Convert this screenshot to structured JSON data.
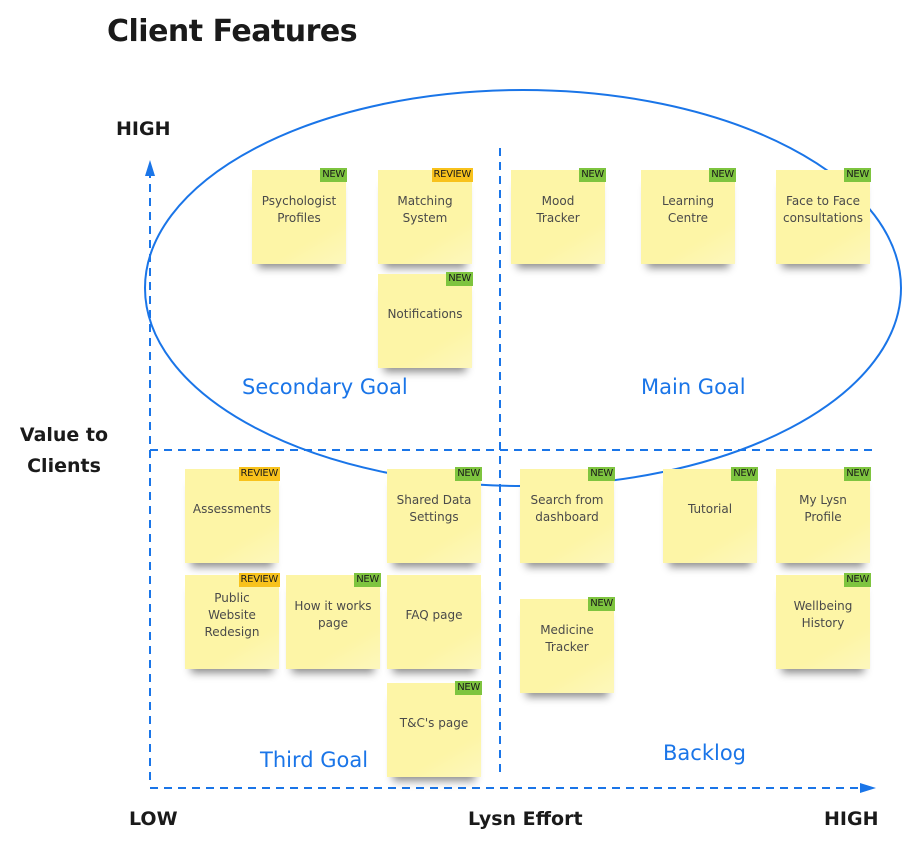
{
  "title": "Client Features",
  "axes": {
    "y_title": "Value to Clients",
    "y_high": "HIGH",
    "x_title": "Lysn Effort",
    "x_low": "LOW",
    "x_high": "HIGH"
  },
  "colors": {
    "accent_blue": "#1a75e8",
    "sticky_yellow": "#fdf5a6",
    "tag_new": "#7ec43f",
    "tag_review": "#f8c21c"
  },
  "quadrants": {
    "secondary": "Secondary Goal",
    "main": "Main Goal",
    "third": "Third Goal",
    "backlog": "Backlog"
  },
  "stickies": [
    {
      "text": "Psychologist\nProfiles",
      "tag": "NEW",
      "quadrant": "secondary"
    },
    {
      "text": "Matching\nSystem",
      "tag": "REVIEW",
      "quadrant": "secondary"
    },
    {
      "text": "Notifications",
      "tag": "NEW",
      "quadrant": "secondary"
    },
    {
      "text": "Mood\nTracker",
      "tag": "NEW",
      "quadrant": "main"
    },
    {
      "text": "Learning\nCentre",
      "tag": "NEW",
      "quadrant": "main"
    },
    {
      "text": "Face to Face\nconsultations",
      "tag": "NEW",
      "quadrant": "main"
    },
    {
      "text": "Assessments",
      "tag": "REVIEW",
      "quadrant": "third"
    },
    {
      "text": "Shared Data\nSettings",
      "tag": "NEW",
      "quadrant": "third"
    },
    {
      "text": "Public\nWebsite\nRedesign",
      "tag": "REVIEW",
      "quadrant": "third"
    },
    {
      "text": "How it works\npage",
      "tag": "NEW",
      "quadrant": "third"
    },
    {
      "text": "FAQ page",
      "tag": "",
      "quadrant": "third"
    },
    {
      "text": "T&C's page",
      "tag": "NEW",
      "quadrant": "third"
    },
    {
      "text": "Search from\ndashboard",
      "tag": "NEW",
      "quadrant": "backlog"
    },
    {
      "text": "Tutorial",
      "tag": "NEW",
      "quadrant": "backlog"
    },
    {
      "text": "My Lysn\nProfile",
      "tag": "NEW",
      "quadrant": "backlog"
    },
    {
      "text": "Medicine\nTracker",
      "tag": "NEW",
      "quadrant": "backlog"
    },
    {
      "text": "Wellbeing\nHistory",
      "tag": "NEW",
      "quadrant": "backlog"
    }
  ]
}
